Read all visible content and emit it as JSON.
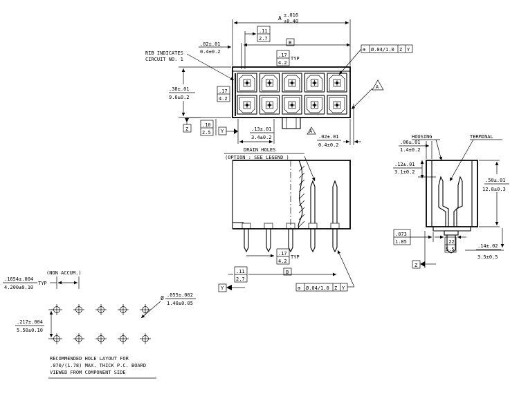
{
  "top_view": {
    "overall_dim": {
      "symbol": "A",
      "tol_upper": "±.016",
      "tol_lower": "±0.40"
    },
    "pitch_box": {
      "upper": ".11",
      "lower": "2.7"
    },
    "offset_dim": {
      "upper": ".02±.01",
      "lower": "0.4±0.2"
    },
    "datum_b": "B",
    "pitch_typ": {
      "upper": ".17",
      "lower": "4.2",
      "suffix": "TYP"
    },
    "position_frame": {
      "symbol": "⊕",
      "value": "Ø.04/1.0",
      "datum1": "Z",
      "datum2": "Y"
    },
    "rib_note": {
      "line1": "RIB INDICATES",
      "line2": "CIRCUIT NO. 1"
    },
    "height_dim": {
      "upper": ".38±.01",
      "lower": "9.6±0.2"
    },
    "row_pitch": {
      "upper": ".17",
      "lower": "4.2"
    },
    "datum_z": "Z",
    "bottom_box": {
      "upper": ".10",
      "lower": "2.5"
    },
    "datum_y": "Y",
    "lower_dim": {
      "upper": ".13±.01",
      "lower": "3.4±0.2"
    },
    "flag_a": "A",
    "right_dim": {
      "upper": ".02±.01",
      "lower": "0.4±0.2"
    }
  },
  "front_view": {
    "drain_label": "DRAIN HOLES",
    "option_label": "(OPTION : SEE LEGEND )",
    "pitch_typ": {
      "upper": ".17",
      "lower": "4.2",
      "suffix": "TYP"
    },
    "pitch_box": {
      "upper": ".11",
      "lower": "2.7"
    },
    "datum_b": "B",
    "datum_y": "Y",
    "position_frame": {
      "symbol": "⊕",
      "value": "Ø.04/1.0",
      "datum1": "Z",
      "datum2": "Y"
    }
  },
  "side_view": {
    "housing_label": "HOUSING",
    "terminal_label": "TERMINAL",
    "dim1": {
      "upper": ".06±.01",
      "lower": "1.4±0.2"
    },
    "dim2": {
      "upper": ".12±.01",
      "lower": "3.1±0.2"
    },
    "height": {
      "upper": ".50±.01",
      "lower": "12.8±0.3"
    },
    "box1": {
      "upper": ".073",
      "lower": "1.85"
    },
    "box2": {
      "upper": ".22",
      "lower": "5.5"
    },
    "pin_len": {
      "upper": ".14±.02",
      "lower": "3.5±0.5"
    },
    "datum_z": "Z"
  },
  "hole_layout": {
    "non_accum": "(NON ACCUM.)",
    "pitch": {
      "upper": ".1654±.004",
      "lower": "4.200±0.10",
      "suffix": "TYP"
    },
    "row_pitch": {
      "upper": ".217±.004",
      "lower": "5.50±0.10"
    },
    "hole_dia": {
      "prefix": "Ø",
      "upper": ".055±.002",
      "lower": "1.40±0.05"
    },
    "note": {
      "line1": "RECOMMENDED HOLE LAYOUT FOR",
      "line2": ".070/(1.78) MAX. THICK P.C. BOARD",
      "line3": "VIEWED FROM COMPONENT SIDE"
    }
  }
}
